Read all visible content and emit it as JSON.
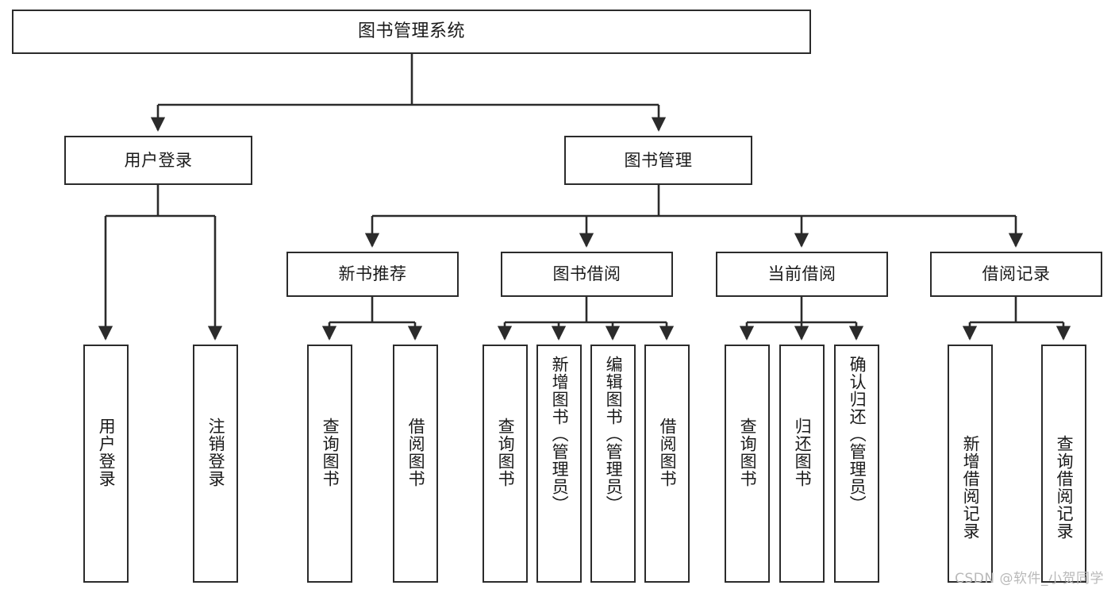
{
  "diagram": {
    "title": "图书管理系统",
    "type": "tree",
    "watermark": "CSDN @软件_小贺同学",
    "colors": {
      "box_border": "#2b2b2b",
      "box_fill": "#ffffff",
      "connector": "#2b2b2b",
      "text": "#1a1a1a",
      "watermark": "#b9b9b9",
      "background": "#ffffff"
    },
    "root": {
      "label": "图书管理系统"
    },
    "level1": [
      {
        "label": "用户登录"
      },
      {
        "label": "图书管理"
      }
    ],
    "level2": [
      {
        "label": "新书推荐"
      },
      {
        "label": "图书借阅"
      },
      {
        "label": "当前借阅"
      },
      {
        "label": "借阅记录"
      }
    ],
    "leaves": {
      "user_login": [
        {
          "label": "用户登录"
        },
        {
          "label": "注销登录"
        }
      ],
      "new_book_recommend": [
        {
          "label": "查询图书"
        },
        {
          "label": "借阅图书"
        }
      ],
      "book_borrow": [
        {
          "label": "查询图书"
        },
        {
          "label": "新增图书（管理员）"
        },
        {
          "label": "编辑图书（管理员）"
        },
        {
          "label": "借阅图书"
        }
      ],
      "current_borrow": [
        {
          "label": "查询图书"
        },
        {
          "label": "归还图书"
        },
        {
          "label": "确认归还（管理员）"
        }
      ],
      "borrow_record": [
        {
          "label": "新增借阅记录"
        },
        {
          "label": "查询借阅记录"
        }
      ]
    }
  }
}
